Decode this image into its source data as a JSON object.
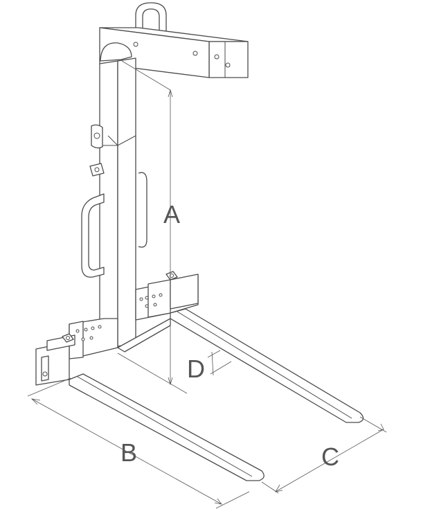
{
  "labels": {
    "a": "A",
    "b": "B",
    "c": "C",
    "d": "D"
  },
  "colors": {
    "line": "#4a4a4a",
    "label": "#555555",
    "background": "#ffffff"
  }
}
